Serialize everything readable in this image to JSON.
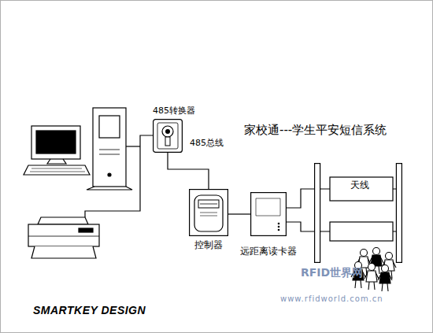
{
  "diagram": {
    "title": "家校通---学生平安短信系统",
    "nodes": [
      {
        "text": [
          "485转换器"
        ]
      },
      {
        "text": [
          "控制器"
        ]
      },
      {
        "text": [
          "远距离读卡器"
        ]
      },
      {
        "text": [
          "天线"
        ]
      }
    ],
    "edges": [
      {
        "from": 0,
        "to": 1,
        "label": "485总线",
        "arrow": "none"
      },
      {
        "from": 1,
        "to": 2,
        "arrow": "none"
      },
      {
        "from": 2,
        "to": 3,
        "arrow": "none"
      },
      {
        "from": 2,
        "to": 3,
        "arrow": "none"
      }
    ],
    "labels": [
      "SMARTKEY DESIGN",
      "RFID世界网",
      "www.rfidworld.com.cn"
    ]
  }
}
